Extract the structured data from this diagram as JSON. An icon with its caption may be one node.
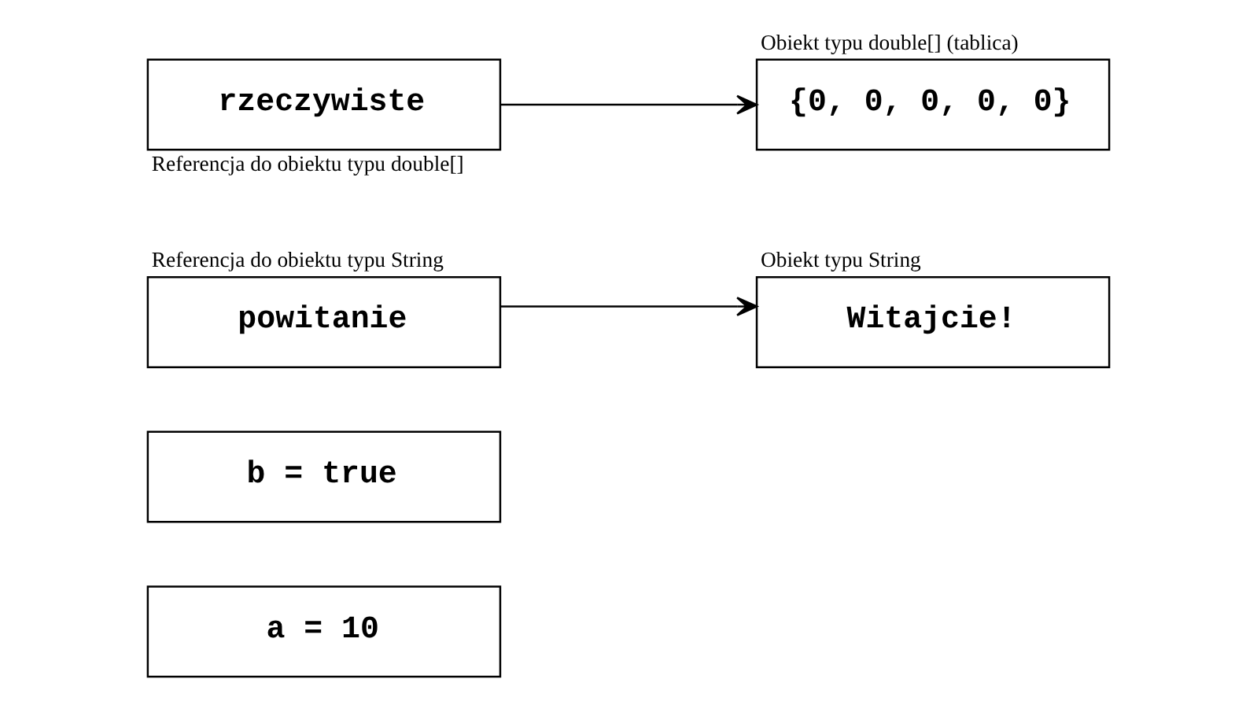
{
  "diagram": {
    "nodes": [
      {
        "text": [
          "a = 10"
        ]
      },
      {
        "text": [
          "b = true"
        ]
      },
      {
        "text": [
          "powitanie"
        ],
        "beside": [
          "Referencja do obiektu typu String"
        ]
      },
      {
        "text": [
          "Witajcie!"
        ],
        "beside": [
          "Obiekt typu String"
        ]
      },
      {
        "text": [
          "rzeczywiste"
        ],
        "beside": [
          "Referencja do obiektu typu double[]"
        ]
      },
      {
        "text": [
          "{0, 0, 0, 0, 0}"
        ],
        "beside": [
          "Obiekt typu double[] (tablica)"
        ]
      }
    ],
    "edges": [
      {
        "from": 2,
        "to": 3,
        "arrow": "to"
      },
      {
        "from": 4,
        "to": 5,
        "arrow": "to"
      }
    ]
  }
}
